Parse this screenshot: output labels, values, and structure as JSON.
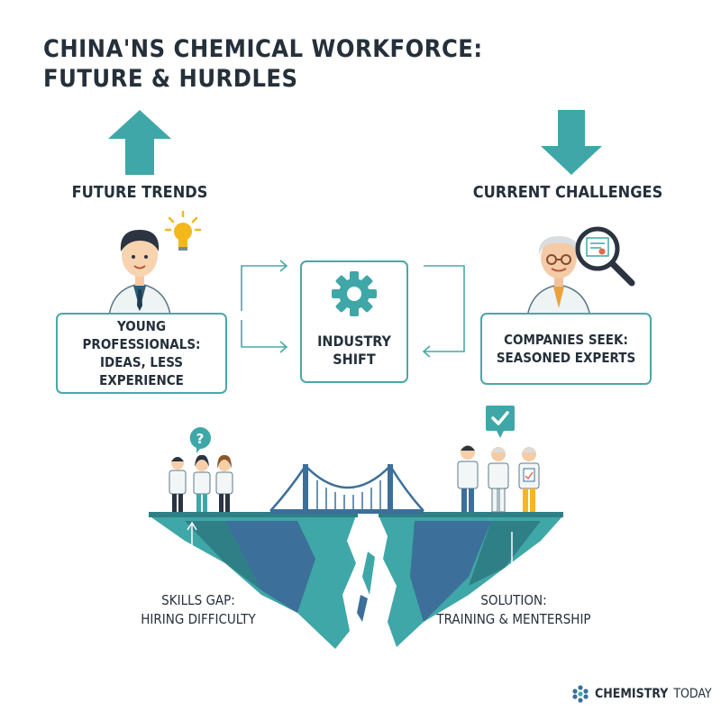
{
  "title": {
    "line1": "CHINA'NS CHEMICAL WORKFORCE:",
    "line2": "FUTURE & HURDLES"
  },
  "sections": {
    "trends": {
      "label": "FUTURE TRENDS",
      "box_line1": "YOUNG PROFESSIONALS:",
      "box_line2": "IDEAS, LESS EXPERIENCE"
    },
    "center": {
      "line1": "INDUSTRY",
      "line2": "SHIFT"
    },
    "challenges": {
      "label": "CURRENT CHALLENGES",
      "box_line1": "COMPANIES SEEK:",
      "box_line2": "SEASONED EXPERTS"
    }
  },
  "bottom": {
    "gap": {
      "line1": "SKILLS GAP:",
      "line2": "HIRING DIFFICULTY"
    },
    "solution": {
      "line1": "SOLUTION:",
      "line2": "TRAINING & MENTERSHIP"
    }
  },
  "brand": {
    "bold": "CHEMISTRY",
    "light": "TODAY"
  },
  "colors": {
    "teal": "#3fa7a7",
    "dark_teal": "#2f7f86",
    "navy": "#3c6f9a",
    "text": "#25303b",
    "bulb": "#f3b81c"
  },
  "icons": [
    "arrow-up-icon",
    "arrow-down-icon",
    "gear-icon",
    "lightbulb-icon",
    "magnifier-icon",
    "question-bubble-icon",
    "check-bubble-icon",
    "bridge-icon",
    "atom-logo-icon"
  ]
}
